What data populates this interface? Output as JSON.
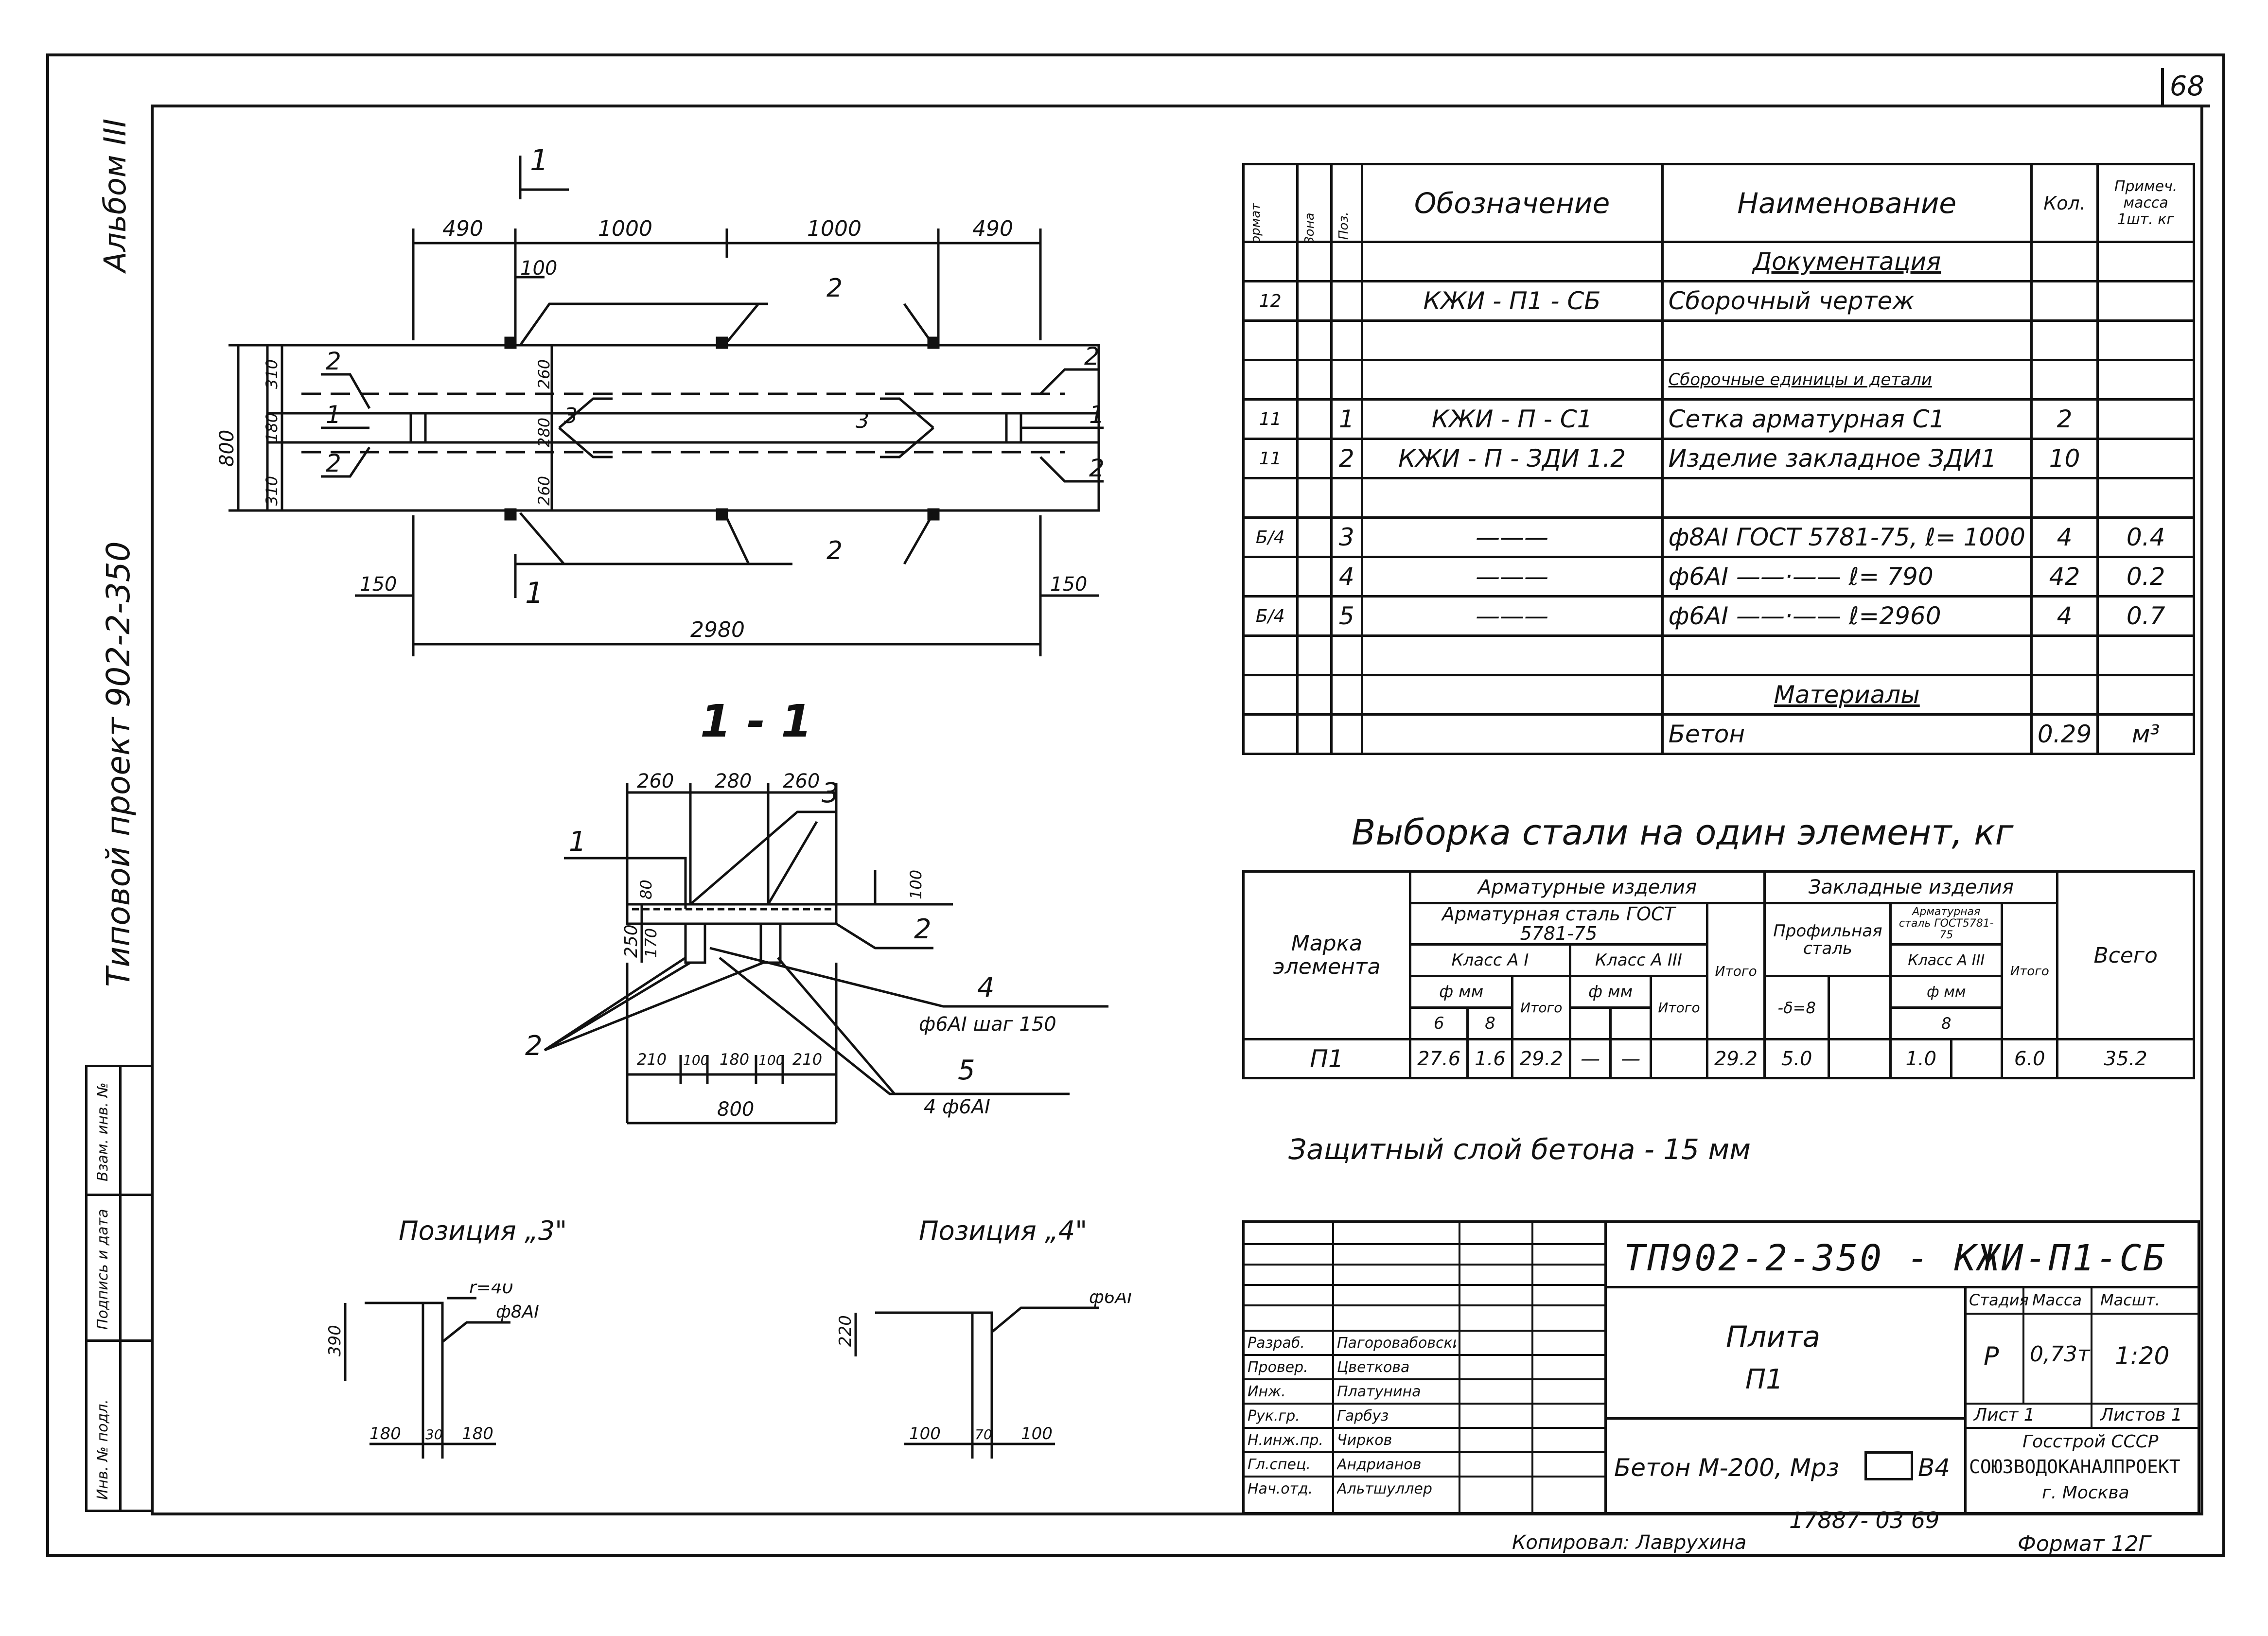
{
  "sheet": {
    "number": "68"
  },
  "side": {
    "album": "Альбом III",
    "project": "Типовой проект 902-2-350",
    "stamp_cells": [
      "Инв. № подл.",
      "Подпись и дата",
      "Взам. инв. №"
    ]
  },
  "plan": {
    "section_mark": "1",
    "top_dims": [
      "490",
      "1000",
      "1000",
      "490"
    ],
    "dim_100": "100",
    "left_dims": [
      "800",
      "310",
      "180",
      "310"
    ],
    "inner_dims": [
      "260",
      "280",
      "260"
    ],
    "side_dims": [
      "150",
      "150"
    ],
    "total": "2980",
    "pos": [
      "1",
      "2",
      "3"
    ]
  },
  "section": {
    "title": "1 - 1",
    "top_dims": [
      "260",
      "280",
      "260"
    ],
    "left_dims": [
      "250",
      "80",
      "170",
      "100"
    ],
    "bottom_dims": [
      "210",
      "100",
      "180",
      "100",
      "210"
    ],
    "total": "800",
    "labels": {
      "p4": "4",
      "p4_text": "ф6АI шаг 150",
      "p5": "5",
      "p5_text": "4 ф6АI",
      "p1": "1",
      "p2": "2",
      "p3": "3"
    }
  },
  "details": {
    "d3": {
      "title": "Позиция „3\"",
      "dim_h": "390",
      "r": "r=40",
      "bar": "ф8АI",
      "dims": [
        "180",
        "30",
        "180"
      ]
    },
    "d4": {
      "title": "Позиция „4\"",
      "dim_h": "220",
      "bar": "ф6АI",
      "dims": [
        "100",
        "70",
        "100"
      ]
    }
  },
  "spec": {
    "headers": {
      "format": "Формат",
      "zone": "Зона",
      "pos": "Поз.",
      "designation": "Обозначение",
      "name": "Наименование",
      "qty": "Кол.",
      "note": "Примеч. масса 1шт. кг"
    },
    "rows": [
      {
        "format": "",
        "pos": "",
        "designation": "",
        "name": "Документация",
        "qty": "",
        "note": "",
        "type": "section"
      },
      {
        "format": "12",
        "pos": "",
        "designation": "КЖИ - П1 - СБ",
        "name": "Сборочный чертеж",
        "qty": "",
        "note": ""
      },
      {
        "format": "",
        "pos": "",
        "designation": "",
        "name": "",
        "qty": "",
        "note": ""
      },
      {
        "format": "",
        "pos": "",
        "designation": "",
        "name": "Сборочные единицы и детали",
        "qty": "",
        "note": "",
        "type": "section-small"
      },
      {
        "format": "11",
        "pos": "1",
        "designation": "КЖИ - П - С1",
        "name": "Сетка арматурная С1",
        "qty": "2",
        "note": ""
      },
      {
        "format": "11",
        "pos": "2",
        "designation": "КЖИ - П - ЗДИ 1.2",
        "name": "Изделие закладное ЗДИ1",
        "qty": "10",
        "note": ""
      },
      {
        "format": "",
        "pos": "",
        "designation": "",
        "name": "",
        "qty": "",
        "note": ""
      },
      {
        "format": "Б/4",
        "pos": "3",
        "designation": "———",
        "name": "ф8АI ГОСТ 5781-75, ℓ= 1000",
        "qty": "4",
        "note": "0.4"
      },
      {
        "format": "",
        "pos": "4",
        "designation": "———",
        "name": "ф6АI ——·—— ℓ= 790",
        "qty": "42",
        "note": "0.2"
      },
      {
        "format": "Б/4",
        "pos": "5",
        "designation": "———",
        "name": "ф6АI ——·—— ℓ=2960",
        "qty": "4",
        "note": "0.7"
      },
      {
        "format": "",
        "pos": "",
        "designation": "",
        "name": "",
        "qty": "",
        "note": ""
      },
      {
        "format": "",
        "pos": "",
        "designation": "",
        "name": "Материалы",
        "qty": "",
        "note": "",
        "type": "section"
      },
      {
        "format": "",
        "pos": "",
        "designation": "",
        "name": "Бетон",
        "qty": "0.29",
        "note": "м³"
      }
    ]
  },
  "selection": {
    "title": "Выборка стали на один элемент, кг",
    "h_mark": "Марка элемента",
    "h_arm": "Арматурные изделия",
    "h_arm_steel": "Арматурная сталь ГОСТ 5781-75",
    "h_class_a1": "Класс А I",
    "h_class_a3": "Класс А III",
    "h_phi": "ф мм",
    "h_total": "Итого",
    "h_emb": "Закладные изделия",
    "h_prof": "Профильная сталь",
    "h_arm2": "Арматурная сталь ГОСТ5781-75",
    "h_class3": "Класс А III",
    "h_phi2": "ф мм",
    "h_delta": "-δ=8",
    "h_all": "Всего",
    "sub": [
      "6",
      "8"
    ],
    "sub2": "8",
    "row": {
      "mark": "П1",
      "v6": "27.6",
      "v8": "1.6",
      "t1": "29.2",
      "a3a": "—",
      "a3b": "—",
      "tot_arm": "29.2",
      "prof": "5.0",
      "arm2": "1.0",
      "t2": "6.0",
      "all": "35.2"
    }
  },
  "cover_note": "Защитный слой бетона - 15 мм",
  "stamp": {
    "code": "ТП902-2-350 - КЖИ-П1-СБ",
    "name": "Плита",
    "name2": "П1",
    "stage_h": "Стадия",
    "mass_h": "Масса",
    "scale_h": "Масшт.",
    "stage": "Р",
    "mass": "0,73т",
    "scale": "1:20",
    "sheet": "Лист 1",
    "sheets": "Листов 1",
    "material": "Бетон М-200, Мрз",
    "material_suffix": "В4",
    "org1": "Госстрой СССР",
    "org2": "СОЮЗВОДОКАНАЛПРОЕКТ",
    "org3": "г. Москва",
    "people": [
      {
        "role": "Разраб.",
        "name": "Пагоровабовски"
      },
      {
        "role": "Провер.",
        "name": "Цветкова"
      },
      {
        "role": "Инж.",
        "name": "Платунина"
      },
      {
        "role": "Рук.гр.",
        "name": "Гарбуз"
      },
      {
        "role": "Н.инж.пр.",
        "name": "Чирков"
      },
      {
        "role": "Гл.спец.",
        "name": "Андрианов"
      },
      {
        "role": "Нач.отд.",
        "name": "Альтшуллер"
      }
    ]
  },
  "footer": {
    "copied": "Копировал: Лаврухина",
    "order": "17887- 03  69",
    "format": "Формат 12Г"
  }
}
